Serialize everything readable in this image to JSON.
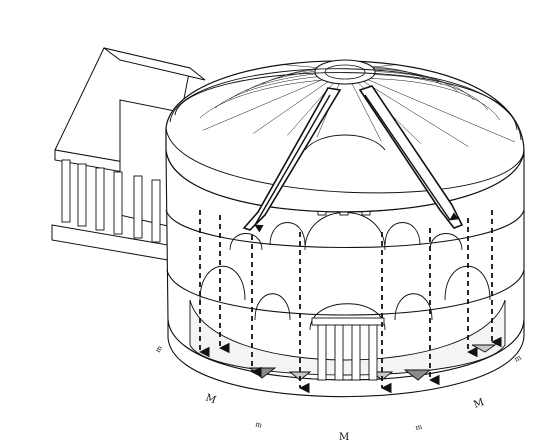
{
  "labels": {
    "m_left": "m",
    "M_left": "M",
    "m_lower_left": "m",
    "M_bottom": "M",
    "m_lower_right": "m",
    "M_right": "M",
    "m_right": "m"
  },
  "colors": {
    "ink": "#111111",
    "paper": "#ffffff",
    "shade": "#8a8a8a",
    "light_shade": "#c8c8c8"
  }
}
